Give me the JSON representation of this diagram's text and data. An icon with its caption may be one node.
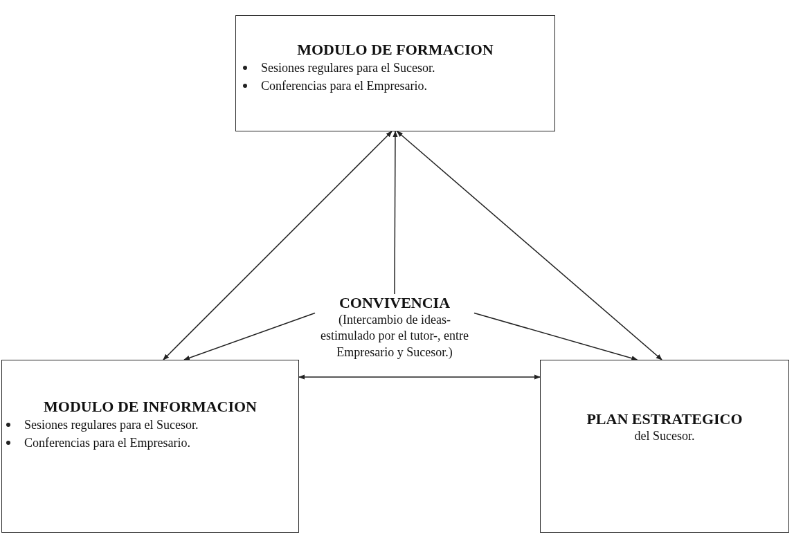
{
  "diagram": {
    "nodes": [
      {
        "text": [
          "MODULO DE FORMACION",
          "Sesiones regulares para el Sucesor.",
          "Conferencias para el Empresario."
        ]
      },
      {
        "text": [
          "CONVIVENCIA",
          "(Intercambio de ideas- estimulado por el tutor-, entre Empresario y Sucesor.)"
        ]
      },
      {
        "text": [
          "MODULO DE INFORMACION",
          "Sesiones regulares para el Sucesor.",
          "Conferencias para el Empresario."
        ]
      },
      {
        "text": [
          "PLAN ESTRATEGICO",
          "del Sucesor."
        ]
      }
    ],
    "edges": [
      {
        "from": 0,
        "to": 2,
        "arrow": "both"
      },
      {
        "from": 0,
        "to": 3,
        "arrow": "both"
      },
      {
        "from": 1,
        "to": 0,
        "arrow": "to"
      },
      {
        "from": 1,
        "to": 2,
        "arrow": "to"
      },
      {
        "from": 1,
        "to": 3,
        "arrow": "to"
      },
      {
        "from": 2,
        "to": 3,
        "arrow": "both"
      }
    ]
  }
}
